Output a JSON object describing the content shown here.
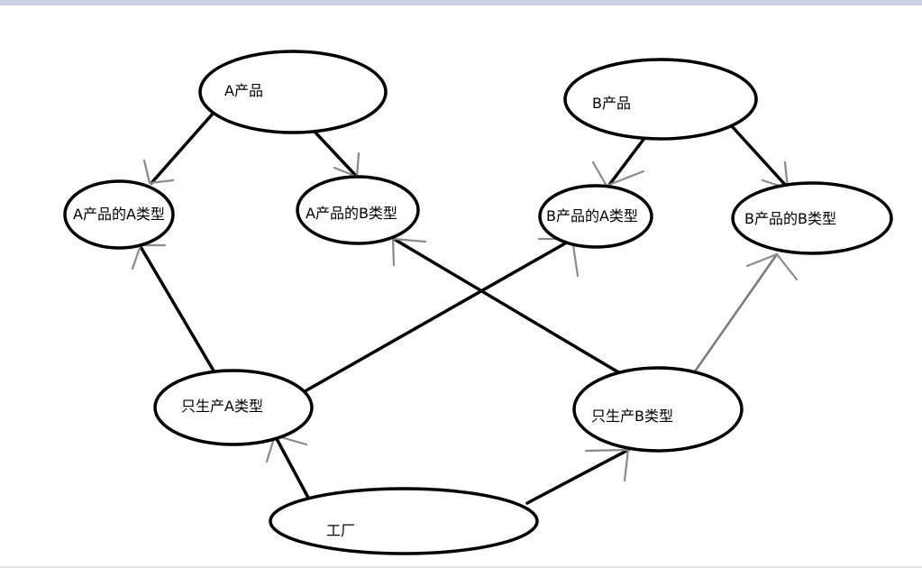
{
  "nodes": {
    "a_product": "A产品",
    "b_product": "B产品",
    "a_product_type_a": "A产品的A类型",
    "a_product_type_b": "A产品的B类型",
    "b_product_type_a": "B产品的A类型",
    "b_product_type_b": "B产品的B类型",
    "only_type_a": "只生产A类型",
    "only_type_b": "只生产B类型",
    "factory": "工厂"
  },
  "colors": {
    "stroke": "#000000",
    "arrowhead": "#8a8a8a",
    "gray_edge": "#7a7a7a",
    "top_strip": "#c9d3e2"
  }
}
